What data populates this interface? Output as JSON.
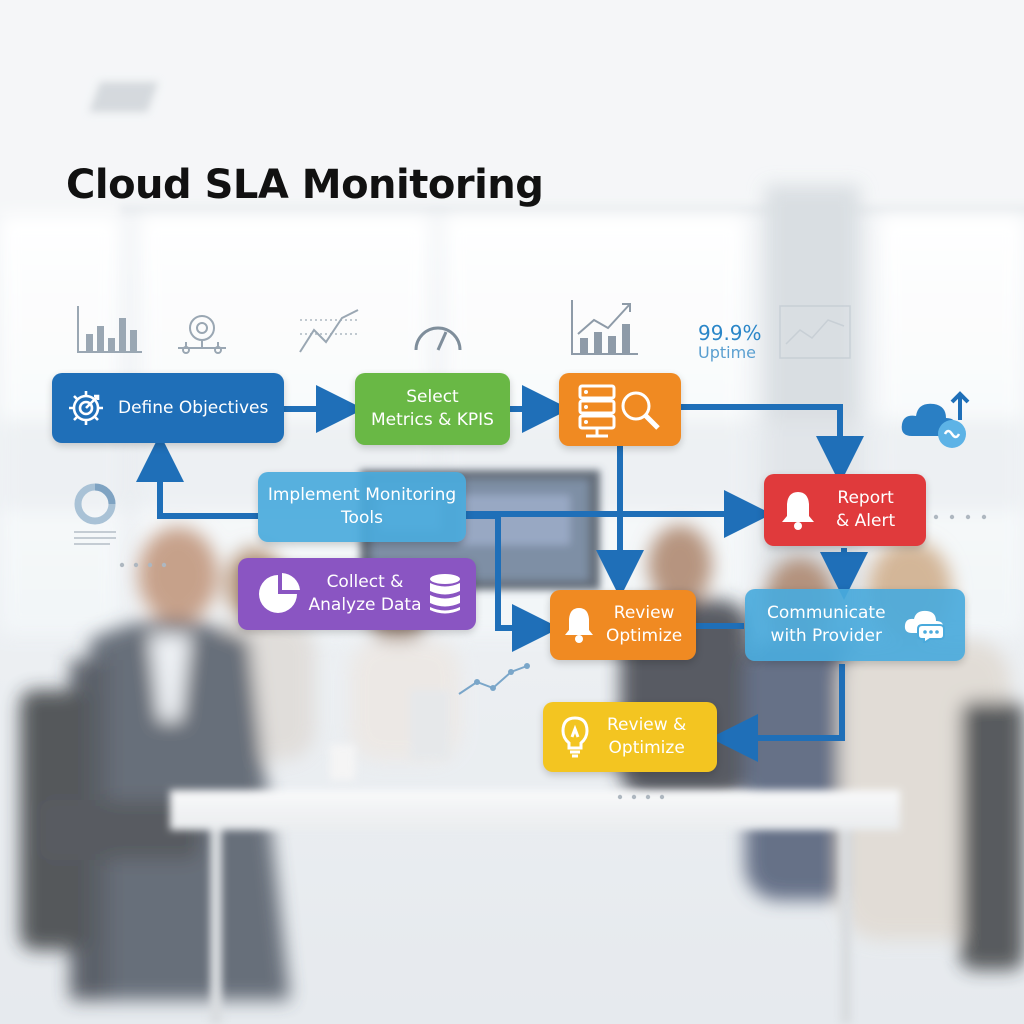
{
  "title": "Cloud SLA Monitoring",
  "uptime": {
    "value": "99.9%",
    "label": "Uptime"
  },
  "nodes": {
    "define": "Define Objectives",
    "select_line1": "Select",
    "select_line2": "Metrics & KPIS",
    "implement_line1": "Implement Monitoring",
    "implement_line2": "Tools",
    "collect_line1": "Collect &",
    "collect_line2": "Analyze Data",
    "report_line1": "Report",
    "report_line2": "& Alert",
    "review1_line1": "Review",
    "review1_line2": "Optimize",
    "communicate_line1": "Communicate",
    "communicate_line2": "with Provider",
    "review2_line1": "Review &",
    "review2_line2": "Optimize"
  },
  "icons": {
    "define": "gear-target-icon",
    "storage": "server-search-icon",
    "report": "bell-icon",
    "review1": "bell-icon",
    "collect_left": "pie-chart-icon",
    "collect_right": "database-icon",
    "communicate": "cloud-chat-icon",
    "review2": "lightbulb-icon",
    "cloud_top_right": "cloud-upload-icon"
  },
  "colors": {
    "arrow": "#1f6fb8",
    "blue": "#1f6fb8",
    "green": "#69b845",
    "orange": "#f08a22",
    "red": "#e03a3c",
    "lightblue": "#4aaadc",
    "purple": "#8a55c2",
    "yellow": "#f3c521"
  }
}
